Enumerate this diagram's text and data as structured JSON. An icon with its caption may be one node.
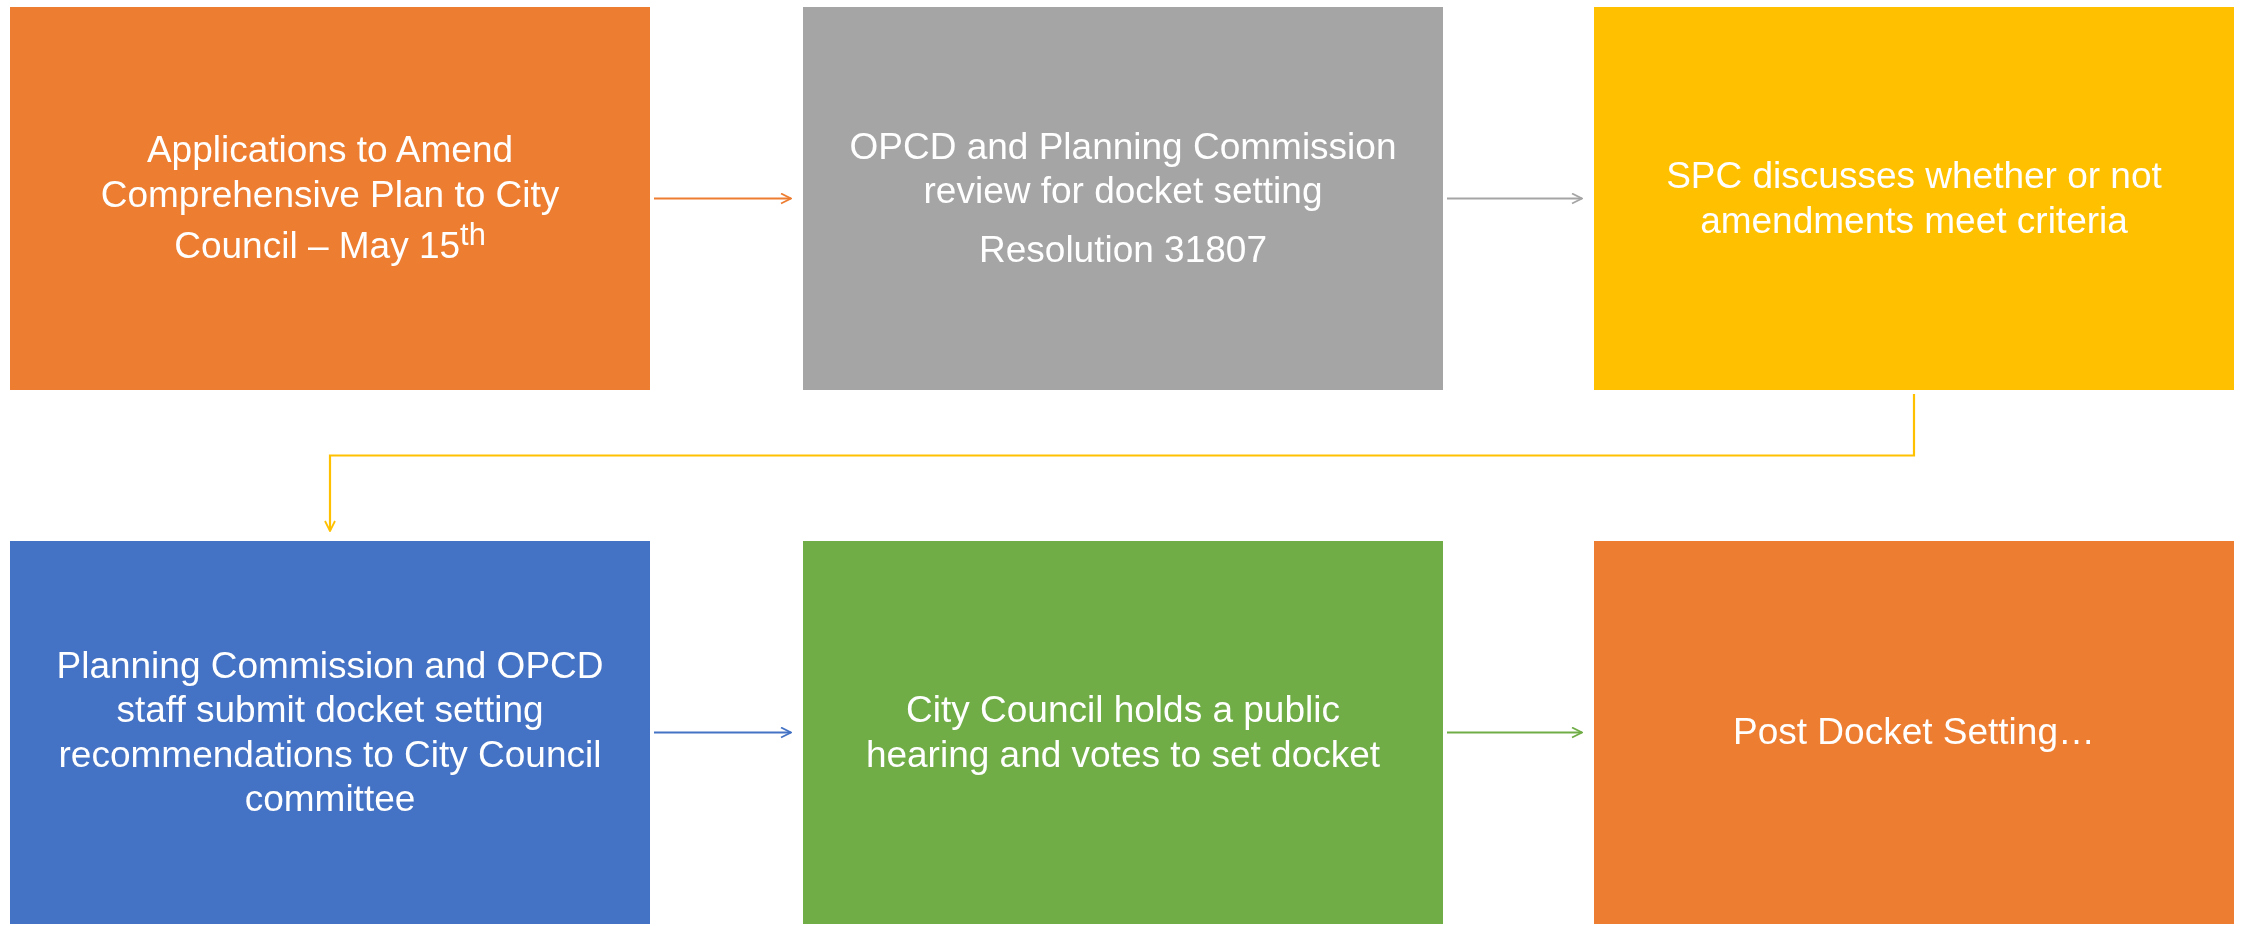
{
  "diagram": {
    "nodes": [
      {
        "text": [
          "Applications to Amend Comprehensive Plan to City Council – May 15$^{th}$"
        ]
      },
      {
        "text": [
          "OPCD  and Planning Commission review for docket setting",
          "Resolution 31807"
        ]
      },
      {
        "text": [
          "SPC discusses whether or not amendments meet criteria"
        ]
      },
      {
        "text": [
          "Planning Commission and OPCD staff submit docket setting recommendations to City Council committee"
        ]
      },
      {
        "text": [
          "City Council holds a public hearing and votes to set docket"
        ]
      },
      {
        "text": [
          "Post Docket Setting…"
        ]
      }
    ],
    "edges": [
      {
        "from": 0,
        "to": 1,
        "arrow": "to",
        "color": "#ed7d31"
      },
      {
        "from": 1,
        "to": 2,
        "arrow": "to",
        "color": "#a5a5a5"
      },
      {
        "from": 2,
        "to": 3,
        "arrow": "to",
        "color": "#ffc000"
      },
      {
        "from": 3,
        "to": 4,
        "arrow": "to",
        "color": "#4472c4"
      },
      {
        "from": 4,
        "to": 5,
        "arrow": "to",
        "color": "#70ad47"
      }
    ]
  }
}
